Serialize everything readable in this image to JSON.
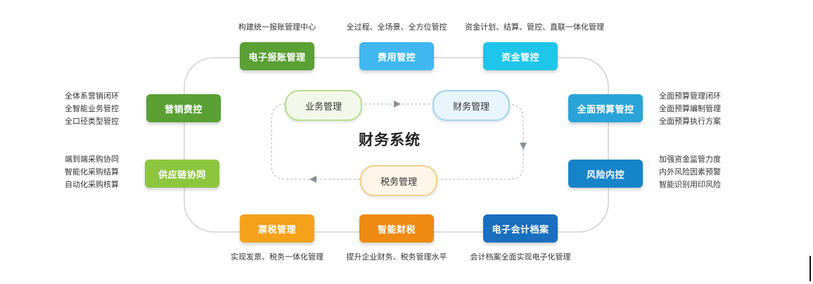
{
  "title": "财务系统",
  "colors": {
    "green_dark": "#5aa035",
    "green_light": "#8cc63f",
    "sky": "#40b8ef",
    "cyan": "#1ec6ea",
    "blue_mid": "#2aa3d8",
    "blue_dark": "#1584c9",
    "orange_light": "#f4a21a",
    "orange": "#ef8a12",
    "navy": "#1a6fbe"
  },
  "boxes": {
    "electronic_reimbursement": "电子报账管理",
    "expense_control": "费用管控",
    "fund_control": "资金管控",
    "marketing_expense": "营销费控",
    "supply_chain": "供应链协同",
    "budget_control": "全面预算管控",
    "risk_control": "风险内控",
    "ticket_tax": "票税管理",
    "smart_tax": "智能财税",
    "accounting_archive": "电子会计档案"
  },
  "inner": {
    "business": "业务管理",
    "finance": "财务管理",
    "tax": "税务管理"
  },
  "captions": {
    "electronic_reimbursement": "构建统一报账管理中心",
    "expense_control": "全过程、全场景、全方位管控",
    "fund_control": "资金计划、结算、管控、直联一体化管理",
    "marketing_expense": [
      "全体系营销闭环",
      "全智能业务管控",
      "全口径类型管控"
    ],
    "supply_chain": [
      "端到端采购协同",
      "智能化采购结算",
      "自动化采购核算"
    ],
    "budget_control": [
      "全面预算管理闭环",
      "全面预算编制管理",
      "全面预算执行方案"
    ],
    "risk_control": [
      "加强资金监管力度",
      "内外风险因素预警",
      "智能识别用印风险"
    ],
    "ticket_tax": "实现发票、税务一体化管理",
    "smart_tax": "提升企业财务、税务管理水平",
    "accounting_archive": "会计档案全面实现电子化管理"
  }
}
